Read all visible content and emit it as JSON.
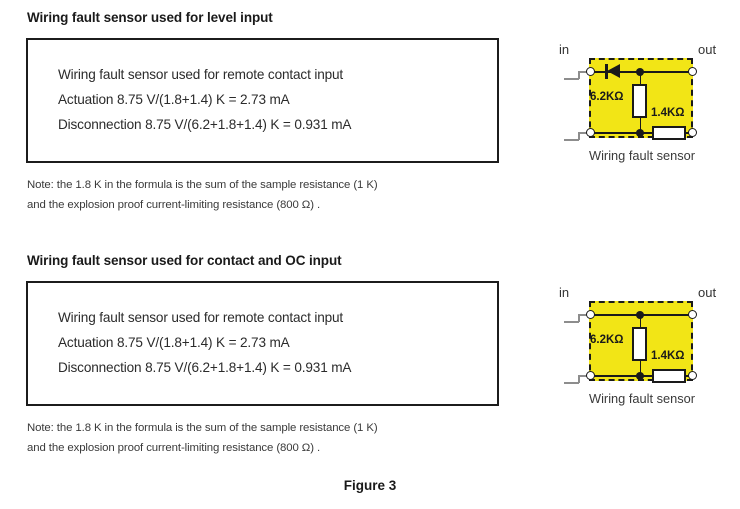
{
  "figure": {
    "caption": "Figure 3"
  },
  "sections": [
    {
      "heading": "Wiring fault sensor used for level input",
      "box_lines": [
        "Wiring fault sensor used for remote contact input",
        "Actuation 8.75 V/(1.8+1.4) K = 2.73 mA",
        "Disconnection 8.75 V/(6.2+1.8+1.4) K = 0.931 mA"
      ],
      "note_lines": [
        "Note: the 1.8 K in the formula is the sum of the sample resistance (1 K)",
        "and the explosion proof current-limiting resistance (800 Ω) ."
      ],
      "circuit": {
        "label_in": "in",
        "label_out": "out",
        "resistor_vertical": "6.2KΩ",
        "resistor_horizontal": "1.4KΩ",
        "has_diode": true,
        "caption": "Wiring fault sensor"
      }
    },
    {
      "heading": "Wiring fault sensor used for contact and OC input",
      "box_lines": [
        "Wiring fault sensor used for remote contact input",
        "Actuation 8.75 V/(1.8+1.4) K = 2.73 mA",
        "Disconnection 8.75 V/(6.2+1.8+1.4) K = 0.931 mA"
      ],
      "note_lines": [
        "Note: the 1.8 K in the formula is the sum of the sample resistance (1 K)",
        "and the explosion proof current-limiting resistance (800 Ω) ."
      ],
      "circuit": {
        "label_in": "in",
        "label_out": "out",
        "resistor_vertical": "6.2KΩ",
        "resistor_horizontal": "1.4KΩ",
        "has_diode": false,
        "caption": "Wiring fault sensor"
      }
    }
  ],
  "colors": {
    "sensor_fill": "#f2e516",
    "line": "#1a1a1a",
    "lead": "#8d8d8d"
  }
}
